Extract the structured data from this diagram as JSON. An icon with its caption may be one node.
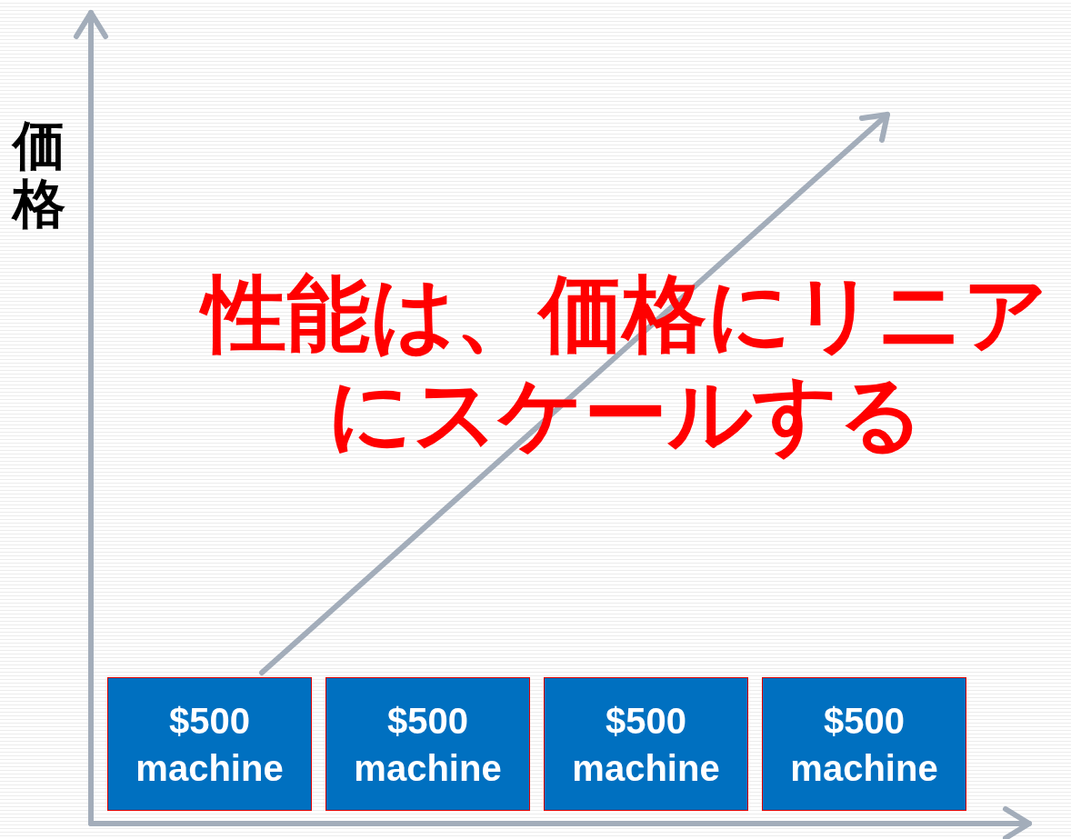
{
  "diagram": {
    "nodes": [
      {
        "text": [
          "$500 machine"
        ]
      },
      {
        "text": [
          "$500 machine"
        ]
      },
      {
        "text": [
          "$500 machine"
        ]
      },
      {
        "text": [
          "$500 machine"
        ]
      }
    ],
    "labels": [
      "価格",
      "性能は、価格にリニアにスケールする"
    ]
  }
}
